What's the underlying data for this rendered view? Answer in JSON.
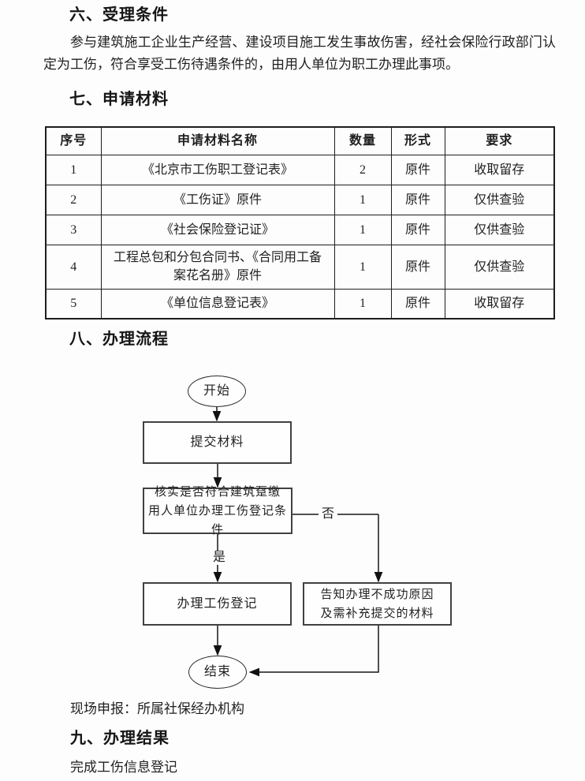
{
  "colors": {
    "page_bg": "#fdfdfd",
    "text": "#1f1f1f",
    "border": "#1e1e1e"
  },
  "sections": {
    "s6": {
      "heading": "六、受理条件",
      "body": "参与建筑施工企业生产经营、建设项目施工发生事故伤害，经社会保险行政部门认定为工伤，符合享受工伤待遇条件的，由用人单位为职工办理此事项。"
    },
    "s7": {
      "heading": "七、申请材料"
    },
    "s8": {
      "heading": "八、办理流程",
      "note": "现场申报：所属社保经办机构"
    },
    "s9": {
      "heading": "九、办理结果",
      "body": "完成工伤信息登记"
    }
  },
  "table": {
    "headers": [
      "序号",
      "申请材料名称",
      "数量",
      "形式",
      "要求"
    ],
    "rows": [
      [
        "1",
        "《北京市工伤职工登记表》",
        "2",
        "原件",
        "收取留存"
      ],
      [
        "2",
        "《工伤证》原件",
        "1",
        "原件",
        "仅供查验"
      ],
      [
        "3",
        "《社会保险登记证》",
        "1",
        "原件",
        "仅供查验"
      ],
      [
        "4",
        "工程总包和分包合同书、《合同用工备案花名册》原件",
        "1",
        "原件",
        "仅供查验"
      ],
      [
        "5",
        "《单位信息登记表》",
        "1",
        "原件",
        "收取留存"
      ]
    ]
  },
  "flowchart": {
    "start": "开始",
    "submit": "提交材料",
    "verify": "核实是否符合建筑趸缴\n用人单位办理工伤登记条件",
    "yes_label": "是",
    "no_label": "否",
    "register": "办理工伤登记",
    "notify": "告知办理不成功原因\n及需补充提交的材料",
    "end": "结束"
  }
}
